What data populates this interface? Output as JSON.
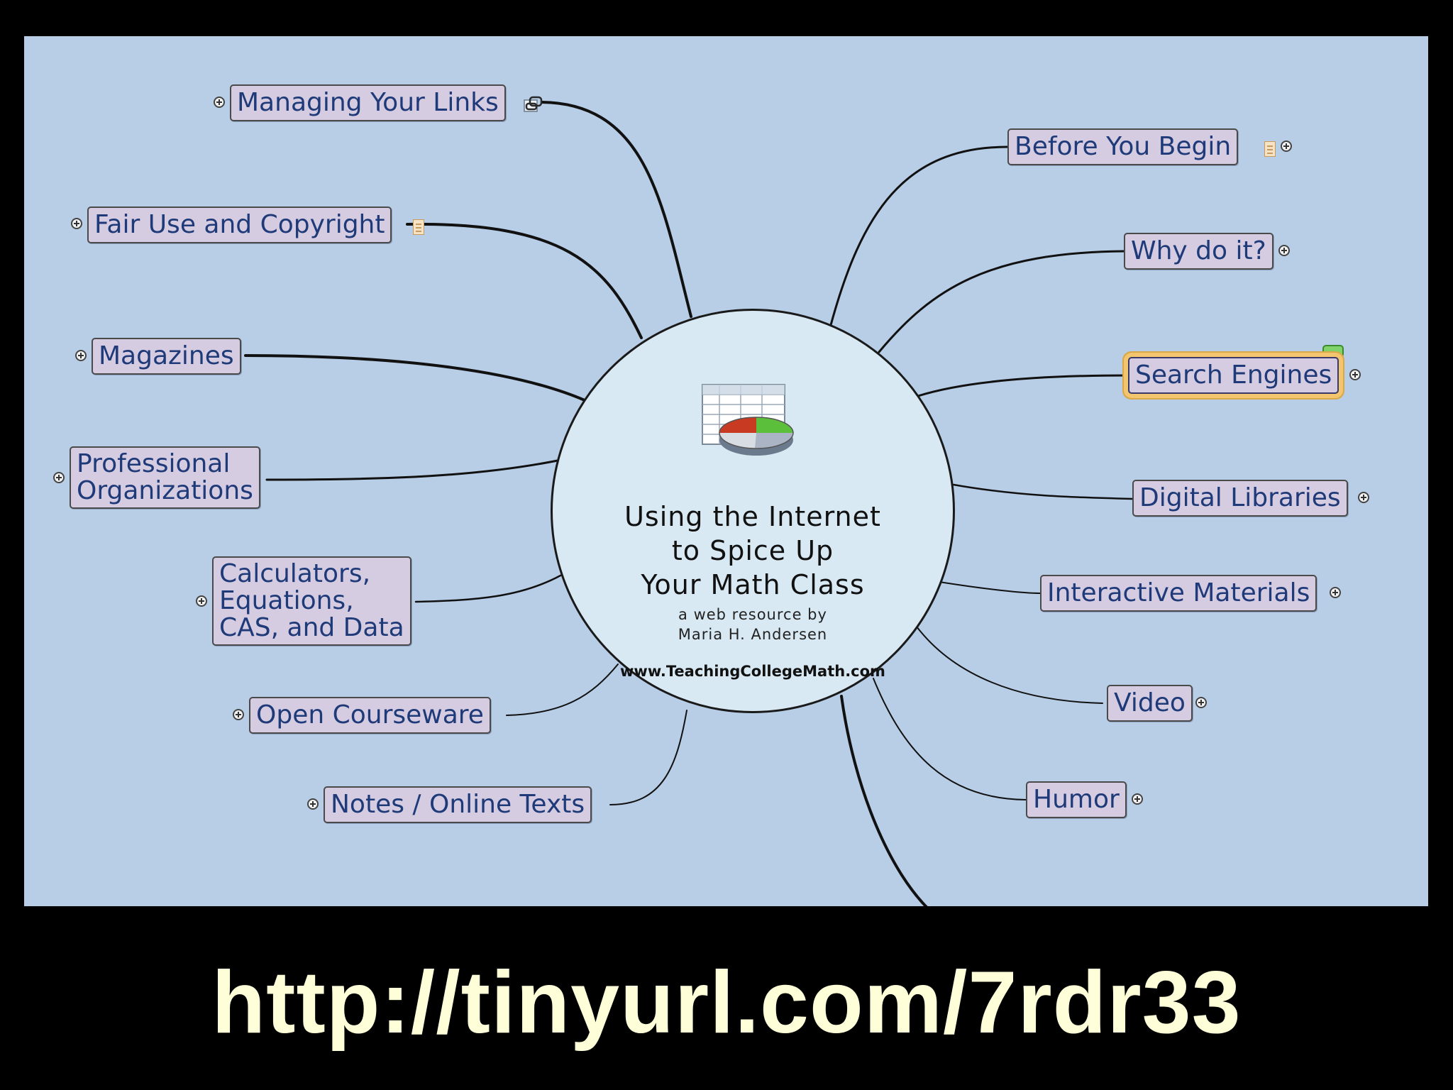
{
  "central": {
    "title_line1": "Using the Internet",
    "title_line2": "to Spice Up",
    "title_line3": "Your Math Class",
    "subtitle_line1": "a web resource by",
    "subtitle_line2": "Maria H. Andersen",
    "url": "www.TeachingCollegeMath.com",
    "icon": "spreadsheet-pie-chart-icon"
  },
  "left_topics": [
    {
      "label": "Managing Your Links",
      "icon": "link-icon"
    },
    {
      "label": "Fair Use and Copyright",
      "icon": "note-icon"
    },
    {
      "label": "Magazines"
    },
    {
      "label_line1": "Professional",
      "label_line2": "Organizations"
    },
    {
      "label_line1": "Calculators,",
      "label_line2": "Equations,",
      "label_line3": "CAS, and Data"
    },
    {
      "label": "Open Courseware"
    },
    {
      "label": "Notes / Online Texts"
    }
  ],
  "right_topics": [
    {
      "label": "Before You Begin",
      "icon": "note-icon"
    },
    {
      "label": "Why do it?"
    },
    {
      "label": "Search Engines",
      "selected": true
    },
    {
      "label": "Digital Libraries"
    },
    {
      "label": "Interactive Materials"
    },
    {
      "label": "Video"
    },
    {
      "label": "Humor"
    }
  ],
  "footer": {
    "url": "http://tinyurl.com/7rdr33"
  },
  "colors": {
    "canvas": "#b8cde6",
    "topic_fill": "#d6cce2",
    "topic_text": "#1e3a78",
    "selection": "#f2c56e",
    "footer_text": "#fefed8"
  }
}
